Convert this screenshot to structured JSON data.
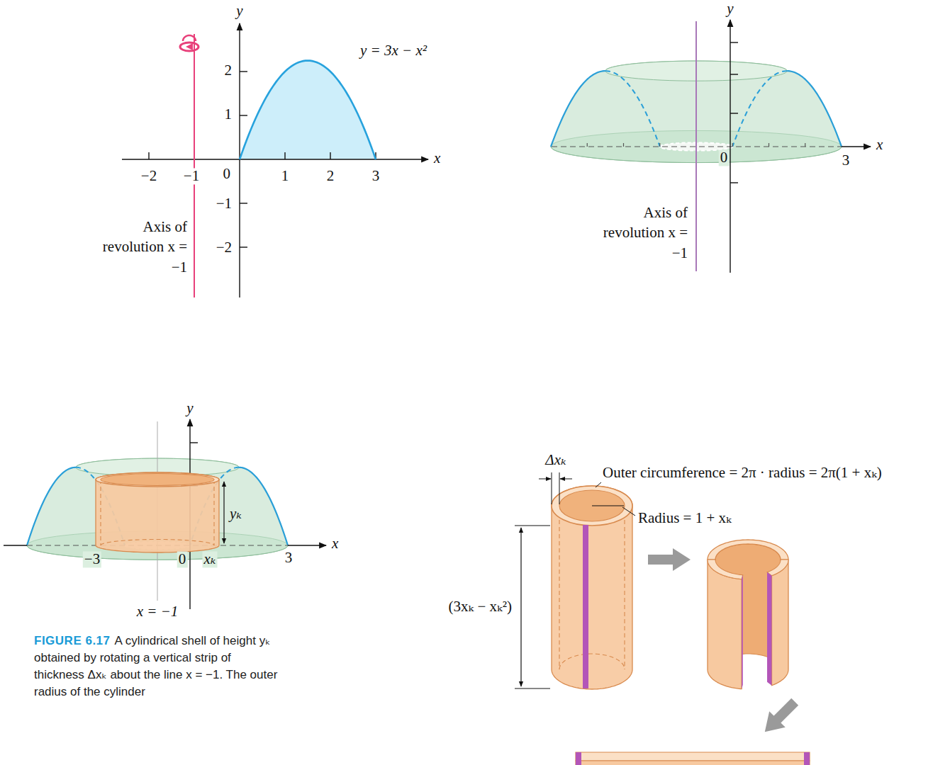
{
  "diagram": {
    "caption": "A cylindrical shell of height yₖ obtained by rotating a vertical strip of thickness Δxₖ about the line x = −1. The outer radius of the cylinder",
    "labels": [
      "y",
      "y = 3x − x²",
      "2",
      "1",
      "−2",
      "−1",
      "0",
      "1",
      "2",
      "3",
      "x",
      "−1",
      "Axis of revolution x = −1",
      "−2",
      "y",
      "x",
      "0",
      "3",
      "Axis of revolution x = −1",
      "y",
      "yₖ",
      "x",
      "−3",
      "0",
      "xₖ",
      "3",
      "x = −1",
      "FIGURE 6.17",
      "Δxₖ",
      "Outer circumference = 2π · radius = 2π(1 + xₖ)",
      "Radius = 1 + xₖ",
      "(3xₖ − xₖ²)"
    ]
  }
}
